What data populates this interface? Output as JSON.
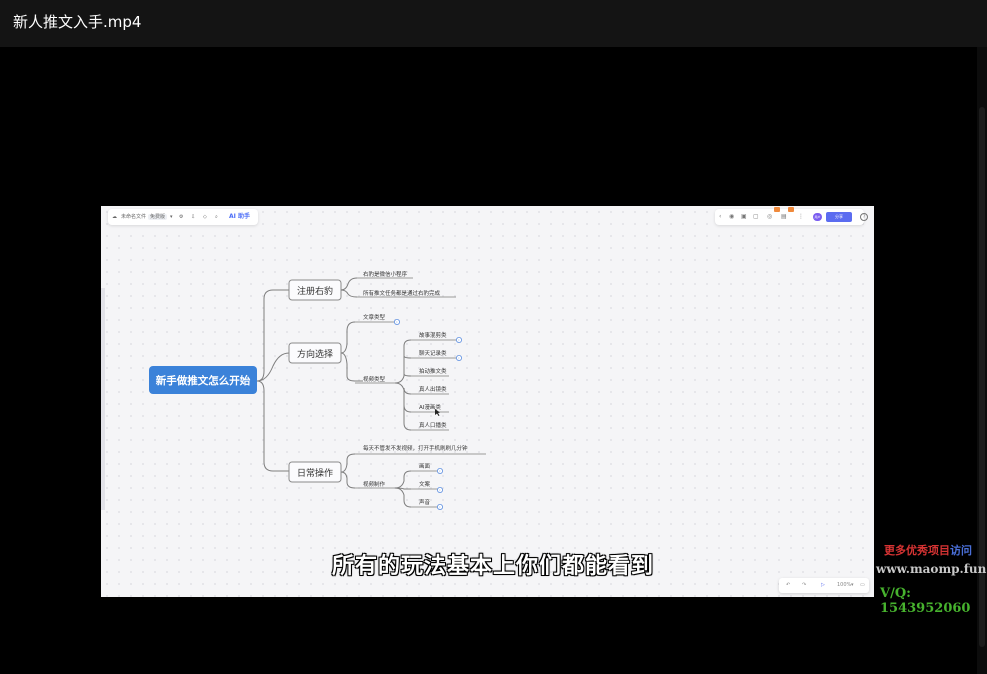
{
  "window": {
    "title": "新人推文入手.mp4"
  },
  "editor": {
    "toolbar_left": {
      "doc_name": "未命名文件",
      "mode_tag": "免费版",
      "ai_label": "AI 助手"
    },
    "toolbar_right": {
      "share_label": "分享",
      "avatar_text": "用户"
    },
    "zoom": {
      "level": "100%"
    }
  },
  "mindmap": {
    "root": "新手做推文怎么开始",
    "branches": [
      {
        "label": "注册右豹",
        "children": [
          "右豹是微信小程序",
          "所有推文任务都是通过右豹完成"
        ]
      },
      {
        "label": "方向选择",
        "children": [
          "文章类型",
          "视频类型"
        ],
        "video_types": [
          "故事混剪类",
          "聊天记录类",
          "拍动推文类",
          "真人出镜类",
          "AI漫画类",
          "真人口播类"
        ]
      },
      {
        "label": "日常操作",
        "children": [
          "每天不管发不发视频，打开手机刷刷几分钟",
          "视频制作"
        ],
        "production": [
          "画面",
          "文案",
          "声音"
        ]
      }
    ]
  },
  "subtitle": "所有的玩法基本上你们都能看到",
  "watermark": {
    "line1_red": "更多优秀项目",
    "line1_blue": "访问",
    "line2": "www.maomp.fun",
    "line3": "V/Q:  1543952060"
  },
  "colors": {
    "root_node": "#3b82d9",
    "share_button": "#5b6cf0",
    "watermark_green": "#47b32e"
  }
}
